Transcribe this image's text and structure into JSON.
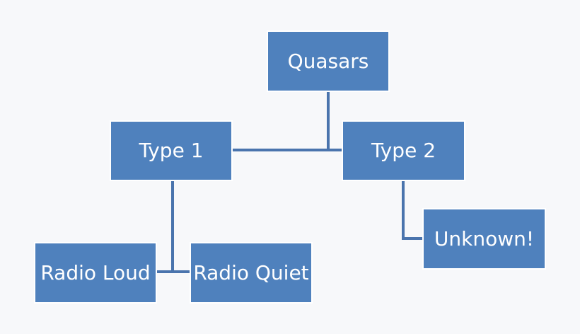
{
  "diagram": {
    "nodes": [
      {
        "id": "quasars",
        "label": "Quasars"
      },
      {
        "id": "type1",
        "label": "Type 1"
      },
      {
        "id": "type2",
        "label": "Type 2"
      },
      {
        "id": "radio_loud",
        "label": "Radio Loud"
      },
      {
        "id": "radio_quiet",
        "label": "Radio Quiet"
      },
      {
        "id": "unknown",
        "label": "Unknown!"
      }
    ],
    "edges": [
      {
        "from": "quasars",
        "to": "type1"
      },
      {
        "from": "quasars",
        "to": "type2"
      },
      {
        "from": "type1",
        "to": "radio_loud"
      },
      {
        "from": "type1",
        "to": "radio_quiet"
      },
      {
        "from": "type2",
        "to": "unknown"
      }
    ],
    "colors": {
      "node_fill": "#4f81bd",
      "node_border": "#ffffff",
      "connector": "#4a74ad",
      "background": "#f7f8fa",
      "text": "#ffffff"
    }
  }
}
